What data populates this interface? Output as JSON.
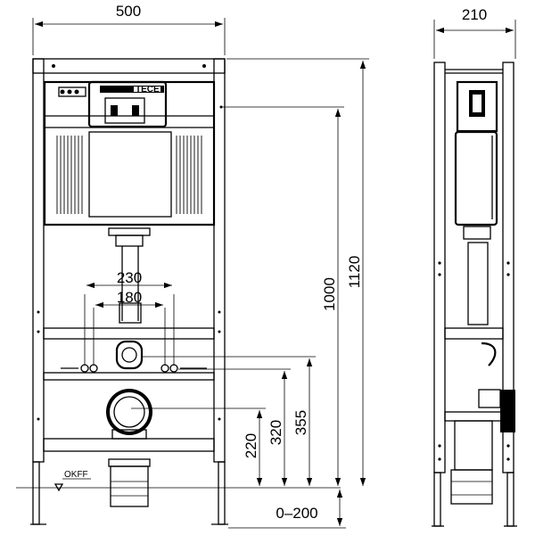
{
  "labels": {
    "front_width": "500",
    "side_width": "210",
    "height_total": "1120",
    "height_frame": "1000",
    "spacing_outer": "230",
    "spacing_inner": "180",
    "height_355": "355",
    "height_320": "320",
    "height_220": "220",
    "adjust_range": "0–200",
    "floor_level": "OKFF"
  }
}
